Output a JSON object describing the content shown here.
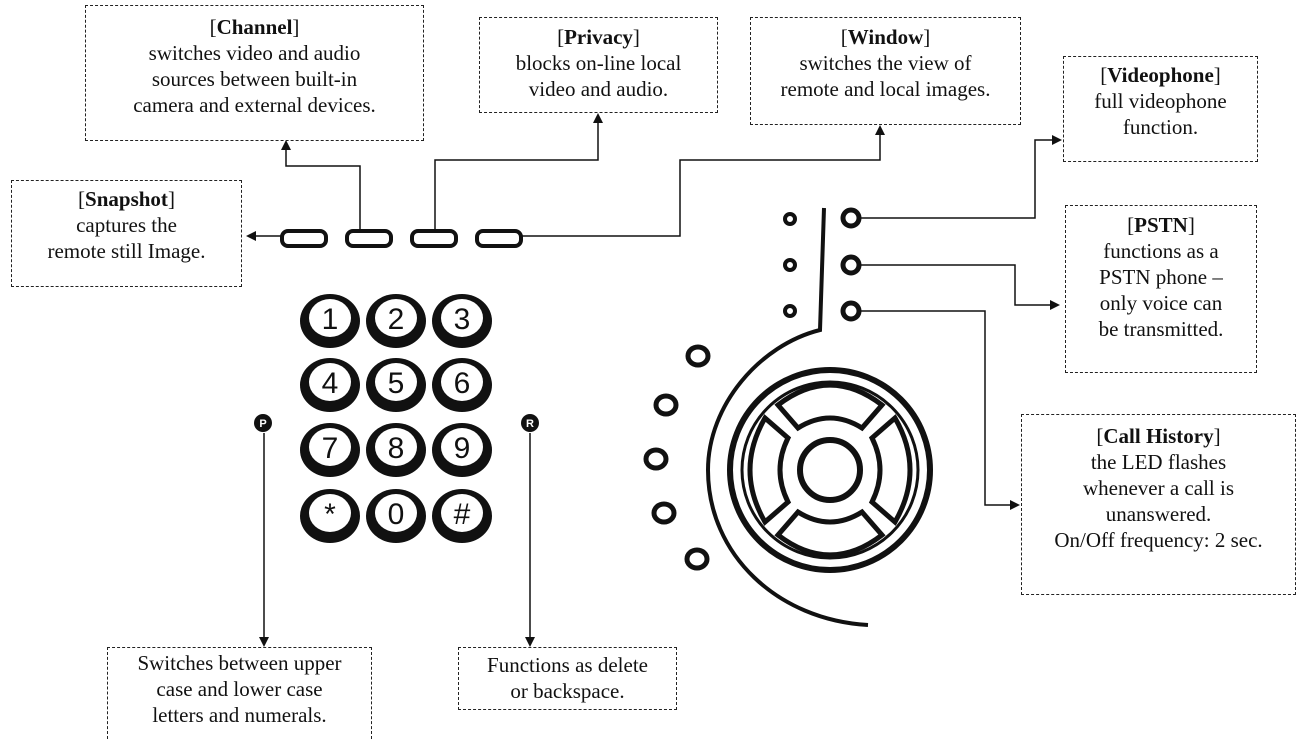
{
  "callouts": {
    "channel": {
      "title": "Channel",
      "lines": [
        "switches video and audio",
        "sources between built-in",
        "camera and external devices."
      ]
    },
    "privacy": {
      "title": "Privacy",
      "lines": [
        "blocks on-line local",
        "video and audio."
      ]
    },
    "window": {
      "title": "Window",
      "lines": [
        "switches the view of",
        "remote and local images."
      ]
    },
    "videophone": {
      "title": "Videophone",
      "lines": [
        "full videophone",
        "function."
      ]
    },
    "snapshot": {
      "title": "Snapshot",
      "lines": [
        "captures the",
        "remote still Image."
      ]
    },
    "pstn": {
      "title": "PSTN",
      "lines": [
        "functions as a",
        "PSTN phone –",
        "only voice can",
        "be transmitted."
      ]
    },
    "call_history": {
      "title": "Call History",
      "lines": [
        "the LED flashes",
        "whenever a call is",
        "unanswered.",
        "On/Off frequency: 2 sec."
      ]
    },
    "case_switch": {
      "lines": [
        "Switches between upper",
        "case and lower case",
        "letters and numerals."
      ]
    },
    "delete": {
      "lines": [
        "Functions as delete",
        "or backspace."
      ]
    }
  },
  "keypad": {
    "keys": [
      "1",
      "2",
      "3",
      "4",
      "5",
      "6",
      "7",
      "8",
      "9",
      "*",
      "0",
      "#"
    ],
    "left_side_key": "P",
    "right_side_key": "R"
  },
  "colors": {
    "ink": "#111111",
    "background": "#ffffff"
  }
}
